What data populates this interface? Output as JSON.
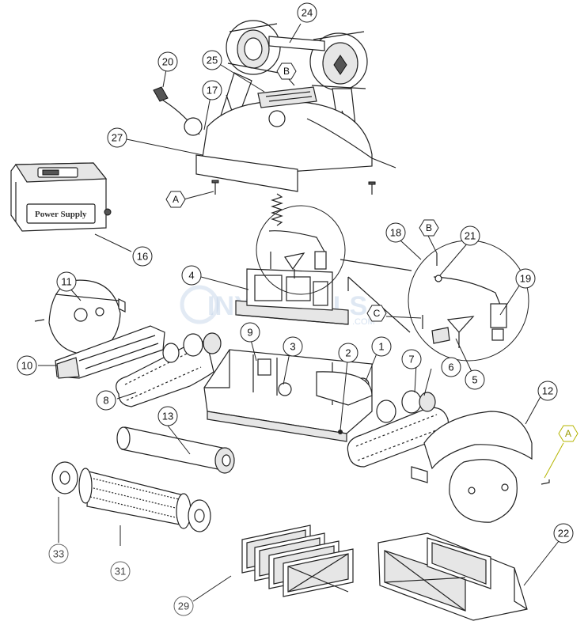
{
  "callouts": [
    {
      "id": "c24",
      "label": "24",
      "style": "normal"
    },
    {
      "id": "c20",
      "label": "20",
      "style": "normal"
    },
    {
      "id": "c25",
      "label": "25",
      "style": "normal"
    },
    {
      "id": "c17",
      "label": "17",
      "style": "normal"
    },
    {
      "id": "c27",
      "label": "27",
      "style": "normal"
    },
    {
      "id": "c16",
      "label": "16",
      "style": "normal"
    },
    {
      "id": "c18",
      "label": "18",
      "style": "normal"
    },
    {
      "id": "c21",
      "label": "21",
      "style": "normal"
    },
    {
      "id": "c19",
      "label": "19",
      "style": "normal"
    },
    {
      "id": "c4",
      "label": "4",
      "style": "normal"
    },
    {
      "id": "c11",
      "label": "11",
      "style": "normal"
    },
    {
      "id": "c10",
      "label": "10",
      "style": "normal"
    },
    {
      "id": "c9",
      "label": "9",
      "style": "normal"
    },
    {
      "id": "c3",
      "label": "3",
      "style": "normal"
    },
    {
      "id": "c2",
      "label": "2",
      "style": "normal"
    },
    {
      "id": "c1",
      "label": "1",
      "style": "normal"
    },
    {
      "id": "c7",
      "label": "7",
      "style": "normal"
    },
    {
      "id": "c6",
      "label": "6",
      "style": "normal"
    },
    {
      "id": "c5",
      "label": "5",
      "style": "normal"
    },
    {
      "id": "c8",
      "label": "8",
      "style": "normal"
    },
    {
      "id": "c12",
      "label": "12",
      "style": "normal"
    },
    {
      "id": "c13",
      "label": "13",
      "style": "normal"
    },
    {
      "id": "c33",
      "label": "33",
      "style": "gray"
    },
    {
      "id": "c31",
      "label": "31",
      "style": "gray"
    },
    {
      "id": "c29",
      "label": "29",
      "style": "gray"
    },
    {
      "id": "c22",
      "label": "22",
      "style": "normal"
    }
  ],
  "references": [
    {
      "id": "rA1",
      "label": "A",
      "style": "normal"
    },
    {
      "id": "rB1",
      "label": "B",
      "style": "normal"
    },
    {
      "id": "rB2",
      "label": "B",
      "style": "normal"
    },
    {
      "id": "rC1",
      "label": "C",
      "style": "normal"
    },
    {
      "id": "rA2",
      "label": "A",
      "style": "yellow"
    }
  ],
  "power_supply": {
    "label": "Power Supply"
  },
  "watermark": {
    "brand": "INYOPOOLS",
    "domain": ".COM"
  }
}
